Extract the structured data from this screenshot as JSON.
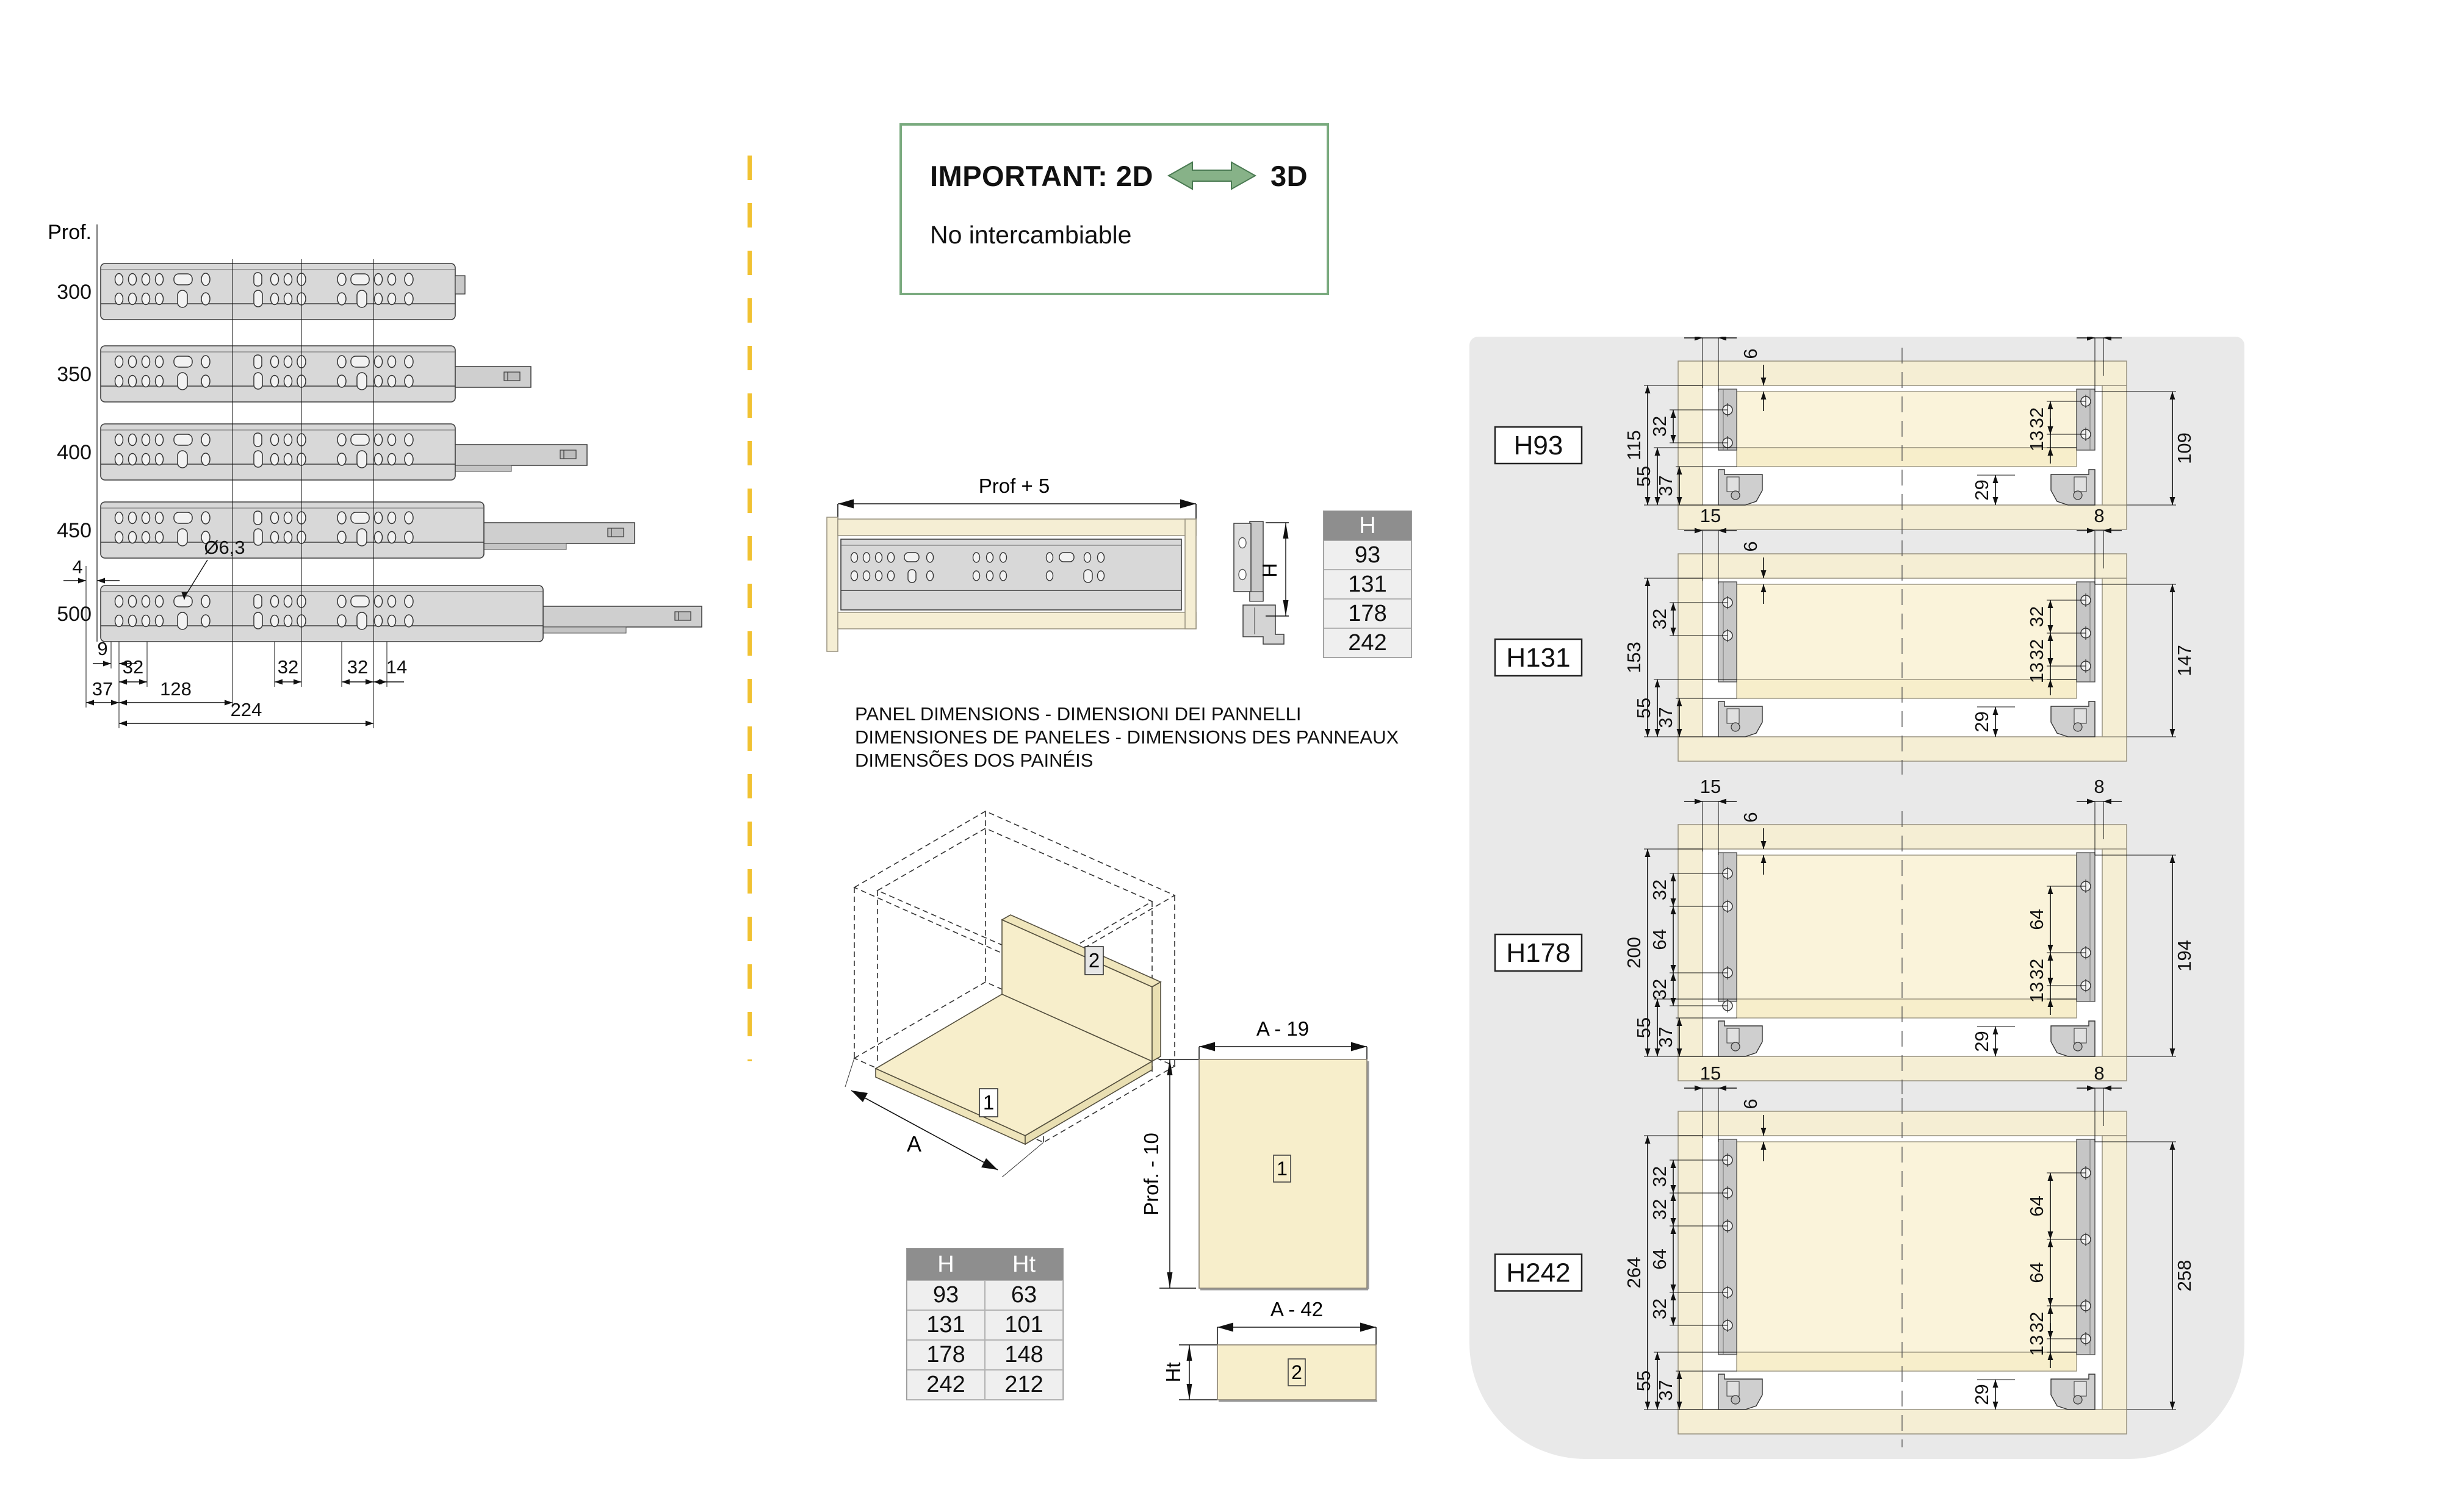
{
  "important": {
    "title": "IMPORTANT: 2D",
    "title2": "3D",
    "note": "No intercambiable"
  },
  "rails": {
    "axis": "Prof.",
    "items": [
      "300",
      "350",
      "400",
      "450",
      "500"
    ],
    "hole": "Ø6,3",
    "d4": "4",
    "d9": "9",
    "d32a": "32",
    "d32b": "32",
    "d32c": "32",
    "d14": "14",
    "d37": "37",
    "d128": "128",
    "d224": "224"
  },
  "profile": {
    "top": "Prof + 5",
    "h": "H"
  },
  "htable": {
    "header": "H",
    "rows": [
      "93",
      "131",
      "178",
      "242"
    ]
  },
  "panels": {
    "l1": "PANEL DIMENSIONS - DIMENSIONI DEI PANNELLI",
    "l2": "DIMENSIONES DE PANELES - DIMENSIONS DES PANNEAUX",
    "l3": "DIMENSÕES DOS PAINÉIS",
    "iso_a": "A",
    "tag1": "1",
    "tag2": "2",
    "p1w": "A - 19",
    "p1h": "Prof. - 10",
    "p2w": "A - 42",
    "p2h": "Ht"
  },
  "httable": {
    "h1": "H",
    "h2": "Ht",
    "rows": [
      [
        "93",
        "63"
      ],
      [
        "131",
        "101"
      ],
      [
        "178",
        "148"
      ],
      [
        "242",
        "212"
      ]
    ]
  },
  "drawings": [
    {
      "label": "H93",
      "d15": "15",
      "d8": "8",
      "d6": "6",
      "total_left": "115",
      "chain_left": [
        "32"
      ],
      "d55": "55",
      "d37": "37",
      "chain_right": [
        "32",
        "13"
      ],
      "total_right": "109",
      "d29": "29"
    },
    {
      "label": "H131",
      "d15": "15",
      "d8": "8",
      "d6": "6",
      "total_left": "153",
      "chain_left": [
        "32"
      ],
      "d55": "55",
      "d37": "37",
      "chain_right": [
        "32",
        "32",
        "13"
      ],
      "total_right": "147",
      "d29": "29"
    },
    {
      "label": "H178",
      "d15": "15",
      "d8": "8",
      "d6": "6",
      "total_left": "200",
      "chain_left": [
        "32",
        "64",
        "32"
      ],
      "d55": "55",
      "d37": "37",
      "chain_right": [
        "64",
        "32",
        "13"
      ],
      "total_right": "194",
      "d29": "29"
    },
    {
      "label": "H242",
      "d15": "15",
      "d8": "8",
      "d6": "6",
      "total_left": "264",
      "chain_left": [
        "32",
        "32",
        "64",
        "32"
      ],
      "d55": "55",
      "d37": "37",
      "chain_right": [
        "64",
        "64",
        "32",
        "13"
      ],
      "total_right": "258",
      "d29": "29"
    }
  ],
  "colors": {
    "accent_green": "#87b288",
    "green_border": "#79aa7e",
    "green_stroke": "#4a7a52",
    "divider_yellow": "#f1c232",
    "gray_backdrop": "#e9e9e9",
    "wood_cream": "#f5eed4",
    "panel_cream": "#f7eecb",
    "back_cream": "#faf3da",
    "rail_gray": "#d8d8d8",
    "table_header_gray": "#8e8e8e"
  }
}
